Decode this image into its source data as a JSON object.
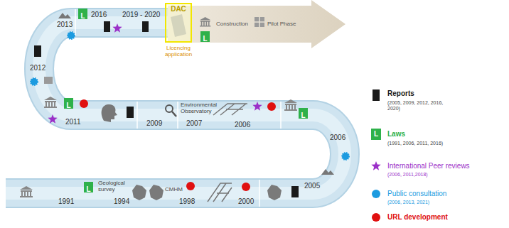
{
  "diagram": {
    "nodes": [
      {
        "text": [
          "L"
        ]
      },
      {
        "text": [
          "DAC",
          "Licencing application"
        ]
      },
      {
        "text": [
          "L"
        ]
      },
      {
        "text": [
          "L"
        ]
      },
      {
        "text": [
          "L"
        ]
      },
      {
        "text": [
          "L"
        ]
      }
    ],
    "labels": [
      "2013",
      "2016",
      "2019 - 2020",
      "Construction",
      "Pilot Phase",
      "2012",
      "2011",
      "2009",
      "Environmental Observatory",
      "2007",
      "2006",
      "2006",
      "2005",
      "1991",
      "Geological survey",
      "1994",
      "CMHM",
      "1998",
      "2000",
      "(2005, 2009, 2012, 2016, 2020)",
      "L",
      "(1991, 2006, 2011, 2016)",
      "(2006, 2011,2018)",
      "(2006, 2013, 2021)"
    ],
    "legend": [
      {
        "text": "Reports",
        "color": "#1a1a1a"
      },
      {
        "text": "Laws",
        "color": "#2eb14a"
      },
      {
        "text": "International Peer reviews",
        "color": "#9b30c8"
      },
      {
        "text": "Public consultation",
        "color": "#1c9be0"
      },
      {
        "text": "URL development",
        "color": "#e01010"
      }
    ]
  }
}
